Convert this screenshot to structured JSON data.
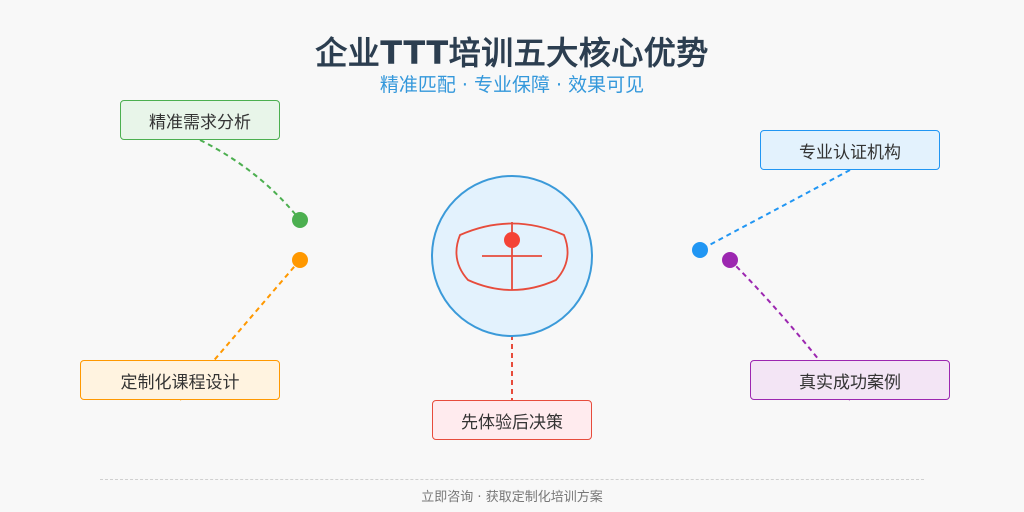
{
  "title": "企业TTT培训五大核心优势",
  "subtitle": "精准匹配 · 专业保障 · 效果可见",
  "advantages": {
    "needs_analysis": {
      "label": "精准需求分析",
      "color": "#4caf50"
    },
    "certified_institution": {
      "label": "专业认证机构",
      "color": "#2196f3"
    },
    "custom_course": {
      "label": "定制化课程设计",
      "color": "#ff9800"
    },
    "success_cases": {
      "label": "真实成功案例",
      "color": "#9c27b0"
    },
    "try_before_decide": {
      "label": "先体验后决策",
      "color": "#e74c3c"
    }
  },
  "center": {
    "fill": "#e3f2fd",
    "stroke": "#3b9ad9",
    "accent": "#e74c3c"
  },
  "footer": "立即咨询 · 获取定制化培训方案"
}
